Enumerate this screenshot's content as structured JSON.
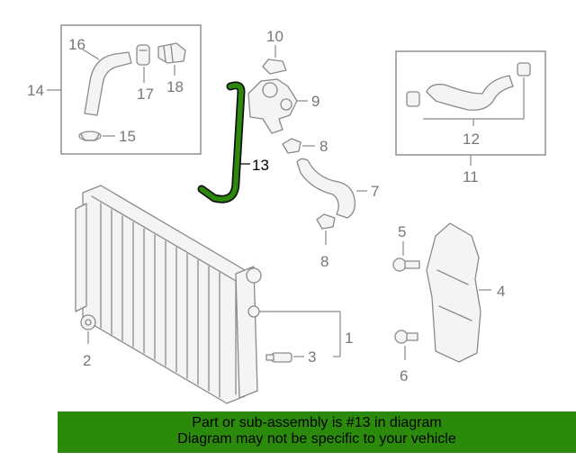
{
  "banner": {
    "line1": "Part or sub-assembly is #13 in diagram",
    "line2": "Diagram may not be specific to your vehicle"
  },
  "highlight_color": "#2b8a0b",
  "highlighted_part": "13",
  "callouts": {
    "c1": "1",
    "c2": "2",
    "c3": "3",
    "c4": "4",
    "c5": "5",
    "c6": "6",
    "c7": "7",
    "c8a": "8",
    "c8b": "8",
    "c9": "9",
    "c10": "10",
    "c11": "11",
    "c12": "12",
    "c13": "13",
    "c14": "14",
    "c15": "15",
    "c16": "16",
    "c17": "17",
    "c18": "18"
  }
}
